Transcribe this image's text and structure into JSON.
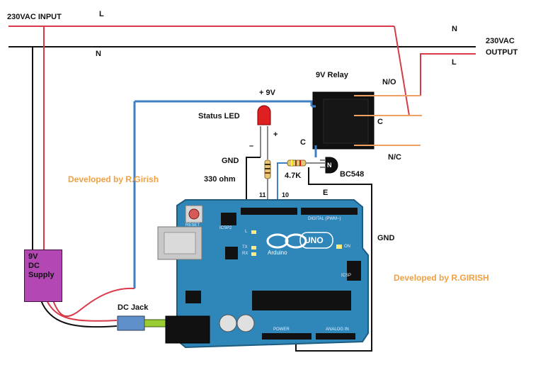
{
  "labels": {
    "ac_input": "230VAC INPUT",
    "l_top": "L",
    "n_left": "N",
    "n_right": "N",
    "ac_output_line1": "230VAC",
    "ac_output_line2": "OUTPUT",
    "l_right": "L",
    "relay_title": "9V Relay",
    "no_label": "N/O",
    "c_contact": "C",
    "nc_label": "N/C",
    "plus9v": "+ 9V",
    "status_led": "Status  LED",
    "minus_sign": "–",
    "plus_sign": "+",
    "gnd_top": "GND",
    "ohm330": "330 ohm",
    "r47k": "4.7K",
    "transistor": "BC548",
    "c_transistor": "C",
    "e_transistor": "E",
    "pin11": "11",
    "pin10": "10",
    "gnd_right": "GND",
    "supply_lines": [
      "9V",
      "DC",
      "Supply"
    ],
    "dc_jack": "DC Jack",
    "reset": "RESET",
    "icsp": "ICSP2",
    "icsp_right": "ICSP",
    "board_model": "UNO",
    "board_brand": "Arduino",
    "digital": "DIGITAL (PWM~)",
    "analog": "ANALOG IN",
    "power": "POWER",
    "l_led": "L",
    "tx": "TX",
    "rx": "RX",
    "on": "ON",
    "transistor_mark": "N"
  },
  "credits": {
    "left": "Developed by R.Girish",
    "right": "Developed by R.GIRISH"
  },
  "colors": {
    "red_wire": "#d83a4a",
    "black_wire": "#111111",
    "blue_wire": "#3f7fc4",
    "orange_wire": "#f0a060",
    "board": "#2f86b8",
    "supply": "#b347b3",
    "credit": "#f0a040"
  }
}
